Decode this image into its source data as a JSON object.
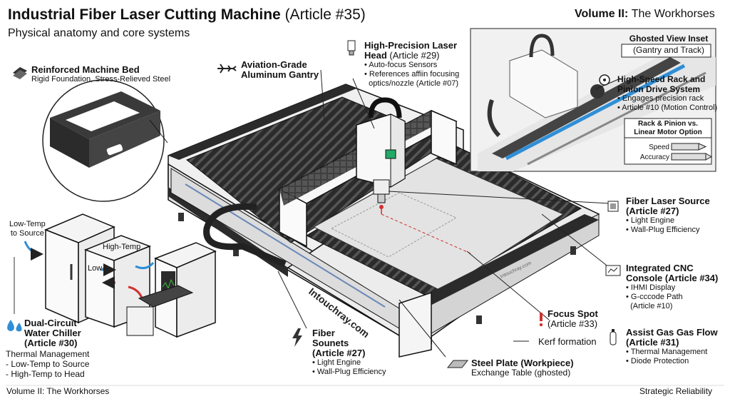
{
  "header": {
    "title": "Industrial Fiber Laser Cutting Machine",
    "title_article": "(Article #35)",
    "subtitle": "Physical anatomy and core systems",
    "volume_bold": "Volume II:",
    "volume_rest": "The Workhorses"
  },
  "callouts": {
    "bed": {
      "title": "Reinforced Machine Bed",
      "desc": "Rigid Foundation, Stress-Relieved Steel"
    },
    "gantry": {
      "line1": "Aviation-Grade",
      "line2": "Aluminum Gantry"
    },
    "head": {
      "line1": "High-Precision Laser",
      "line2": "Head",
      "article": "(Article #29)",
      "bullets": [
        "• Auto-focus Sensors",
        "• References affiin focusing",
        "  optics/nozzle (Article #07)"
      ]
    },
    "rack": {
      "line1": "High-Speed Rack and",
      "line2": "Pinion Drive System",
      "bullets": [
        "• Engages precision rack",
        "• Article #10 (Motion Control)"
      ]
    },
    "source": {
      "line1": "Fiber Laser Source",
      "article": "(Article #27)",
      "bullets": [
        "• Light Engine",
        "• Wall-Plug Efficiency"
      ]
    },
    "cnc": {
      "line1": "Integrated CNC",
      "line2": "Console",
      "article": "(Article #34)",
      "bullets": [
        "• IHMI Display",
        "• G-cccode Path",
        "  (Article #10)"
      ]
    },
    "focus": {
      "line1": "Focus Spot",
      "article": "(Article #33)"
    },
    "kerf": {
      "text": "Kerf formation"
    },
    "gas": {
      "line1": "Assist Gas Gas Flow",
      "article": "(Article #31)",
      "bullets": [
        "• Thermal Management",
        "• Diode Protection"
      ]
    },
    "plate": {
      "title": "Steel Plate (Workpiece)",
      "desc": "Exchange Table (ghosted)"
    },
    "sounets": {
      "line1": "Fiber",
      "line2": "Sounets",
      "article": "(Article #27)",
      "bullets": [
        "• Light Engine",
        "• Wall-Plug Efficiency"
      ]
    },
    "chiller": {
      "line1": "Dual-Circuit",
      "line2": "Water Chiller",
      "article": "(Article #30)",
      "bullets": [
        "Thermal Management",
        "- Low-Temp to Source",
        "- High-Temp to Head"
      ]
    }
  },
  "inset": {
    "title": "Ghosted View Inset",
    "subtitle": "(Gantry and Track)",
    "compare_title1": "Rack & Pinion vs.",
    "compare_title2": "Linear Motor Option",
    "metrics": [
      "Speed",
      "Accuracy"
    ]
  },
  "chiller_labels": {
    "low_temp_line1": "Low-Temp",
    "low_temp_line2": "to Source",
    "high_temp": "High-Temp",
    "low": "Low-"
  },
  "machine_branding": {
    "side": "Intouchray.com",
    "plate": "Intouchray.com"
  },
  "footer": {
    "left": "Volume II: The Workhorses",
    "right": "Strategic Reliability"
  },
  "colors": {
    "accent_red": "#d0312d",
    "accent_blue": "#2f8fd6",
    "body": "#f2f2f2",
    "track": "#2b2b2b"
  }
}
